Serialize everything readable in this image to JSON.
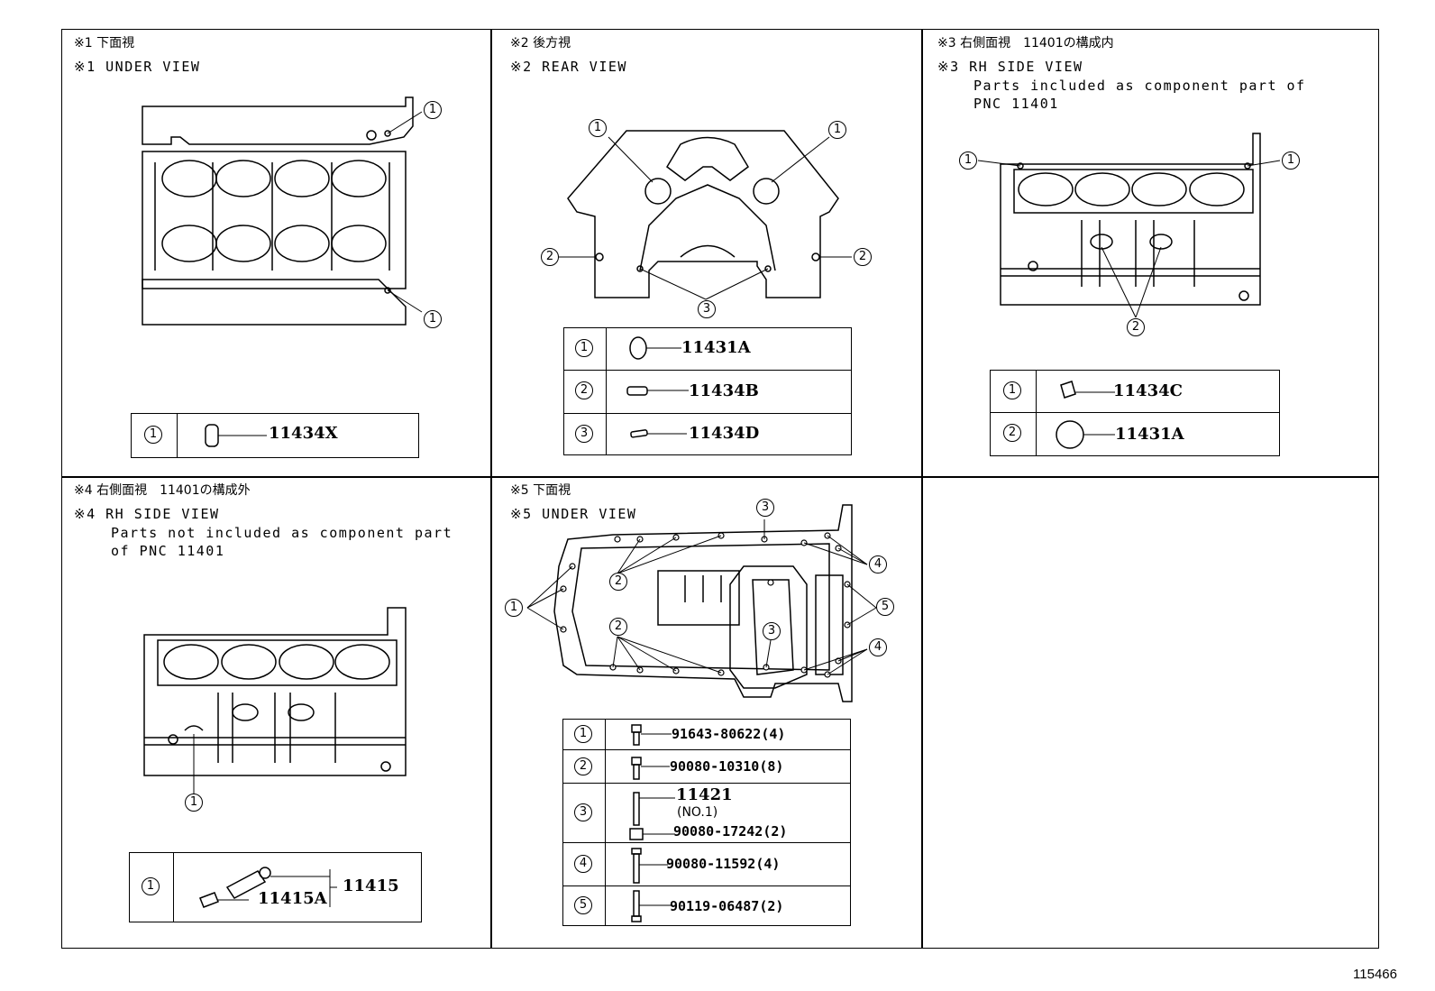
{
  "figure_id": "115466",
  "panels": [
    {
      "id": "1",
      "jp": "※1 下面視",
      "en": "※1 UNDER VIEW",
      "note": []
    },
    {
      "id": "2",
      "jp": "※2 後方視",
      "en": "※2 REAR VIEW",
      "note": []
    },
    {
      "id": "3",
      "jp": "※3 右側面視　11401の構成内",
      "en": "※3 RH SIDE VIEW",
      "note": [
        "Parts included as component part of",
        "PNC 11401"
      ]
    },
    {
      "id": "4",
      "jp": "※4 右側面視　11401の構成外",
      "en": "※4 RH SIDE VIEW",
      "note": [
        "Parts not included as component part",
        "of PNC 11401"
      ]
    },
    {
      "id": "5",
      "jp": "※5 下面視",
      "en": "※5 UNDER VIEW",
      "note": []
    }
  ],
  "legends": {
    "p1": [
      {
        "num": "1",
        "part": "11434X"
      }
    ],
    "p2": [
      {
        "num": "1",
        "part": "11431A"
      },
      {
        "num": "2",
        "part": "11434B"
      },
      {
        "num": "3",
        "part": "11434D"
      }
    ],
    "p3": [
      {
        "num": "1",
        "part": "11434C"
      },
      {
        "num": "2",
        "part": "11431A"
      }
    ],
    "p4": [
      {
        "num": "1",
        "part": "11415A",
        "assembly": "11415"
      }
    ],
    "p5": [
      {
        "num": "1",
        "part": "91643-80622(4)"
      },
      {
        "num": "2",
        "part": "90080-10310(8)"
      },
      {
        "num": "3",
        "part": "11421",
        "sub": "(NO.1)",
        "part2": "90080-17242(2)"
      },
      {
        "num": "4",
        "part": "90080-11592(4)"
      },
      {
        "num": "5",
        "part": "90119-06487(2)"
      }
    ]
  },
  "callouts": {
    "p1": [
      "1",
      "1"
    ],
    "p2": [
      "1",
      "1",
      "2",
      "2",
      "3"
    ],
    "p3": [
      "1",
      "1",
      "2"
    ],
    "p4": [
      "1"
    ],
    "p5": [
      "3",
      "4",
      "2",
      "1",
      "5",
      "2",
      "3",
      "4"
    ]
  }
}
